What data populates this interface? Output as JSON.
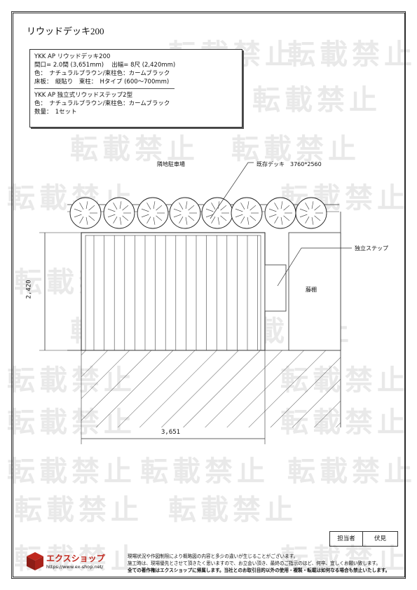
{
  "title": "リウッドデッキ200",
  "spec": {
    "l1": "YKK AP リウッドデッキ200",
    "l2": "間口= 2.0間 (3,651mm)　 出幅= 8尺 (2,420mm)",
    "l3": "色：　ナチュラルブラウン/束柱色：カームブラック",
    "l4": "床板：　縦貼り　束柱：　Hタイプ (600～700mm)",
    "l5": "YKK AP 独立式リウッドステップ2型",
    "l6": "色：　ナチュラルブラウン/束柱色：カームブラック",
    "l7": "数量：　1セット"
  },
  "labels": {
    "parking": "隣地駐車場",
    "existing_deck": "既存デッキ　3760*2560",
    "step": "独立ステップ",
    "trellis": "藤棚",
    "dim_depth": "2,420",
    "dim_width": "3,651"
  },
  "watermark": "転載禁止",
  "sign": {
    "key": "担当者",
    "value": "伏見"
  },
  "logo": {
    "name": "エクスショップ",
    "url": "https://www.ex-shop.net/"
  },
  "notes": [
    "現場状況や作図制限により概略図の内容と多少の違いが生じることがございます。",
    "施工時は、現場優先とさせて頂きたく思いますので、お立会い頂き、最終のご指示のほど、何卒、宜しくお願い致します。",
    "全ての著作権はエクスショップに帰属します。当社とのお取引目的以外の使用・複製・転載は如何なる場合も禁止いたします。"
  ]
}
